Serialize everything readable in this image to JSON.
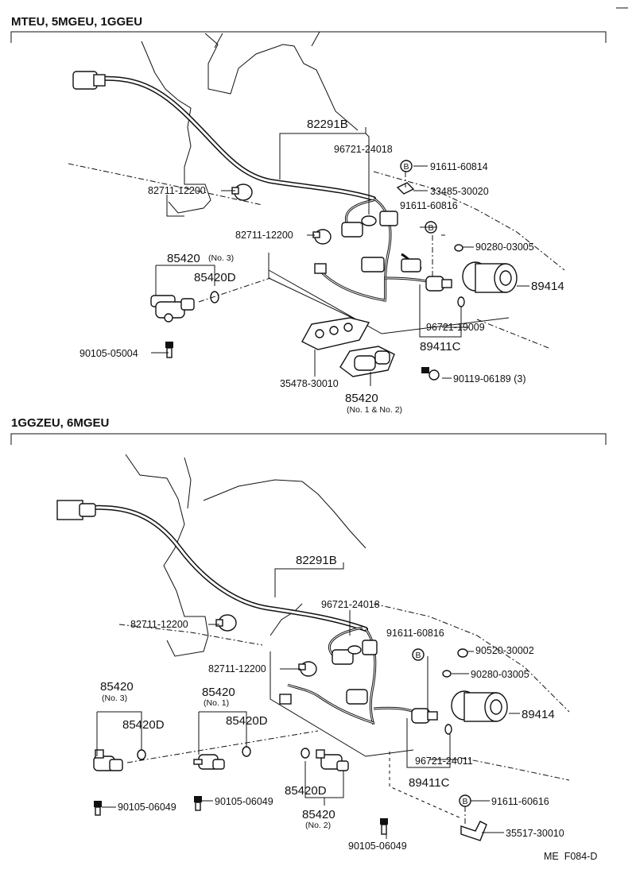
{
  "footer_code": "ME  F084-D",
  "sections": [
    {
      "title": "MTEU, 5MGEU, 1GGEU",
      "labels": {
        "harness": "82291B",
        "sensor_sub": "96721-24018",
        "bolt_a": "91611-60814",
        "bracket": "33485-30020",
        "bolt_b": "91611-60816",
        "clip": "90280-03005",
        "actuator": "89414",
        "clamp_a": "82711-12200",
        "clamp_b": "82711-12200",
        "solenoid3": "85420",
        "solenoid3_note": "(No. 3)",
        "oring": "85420D",
        "bolt_c": "90105-05004",
        "gasket": "35478-30010",
        "solenoid12": "85420",
        "solenoid12_note": "(No. 1 & No. 2)",
        "sensor_sub2": "96721-19009",
        "sensor": "89411C",
        "bolt_d": "90119-06189 (3)"
      }
    },
    {
      "title": "1GGZEU, 6MGEU",
      "labels": {
        "harness": "82291B",
        "sensor_sub": "96721-24018",
        "bolt_b": "91611-60816",
        "washer": "90520-30002",
        "clip": "90280-03005",
        "actuator": "89414",
        "clamp_a": "82711-12200",
        "clamp_b": "82711-12200",
        "solenoid3": "85420",
        "solenoid3_note": "(No. 3)",
        "oring3": "85420D",
        "solenoid1": "85420",
        "solenoid1_note": "(No. 1)",
        "oring1": "85420D",
        "oring2": "85420D",
        "solenoid2": "85420",
        "solenoid2_note": "(No. 2)",
        "bolt_e1": "90105-06049",
        "bolt_e2": "90105-06049",
        "bolt_e3": "90105-06049",
        "sensor_sub2": "96721-24011",
        "sensor": "89411C",
        "bolt_f": "91611-60616",
        "bracket2": "35517-30010"
      }
    }
  ]
}
